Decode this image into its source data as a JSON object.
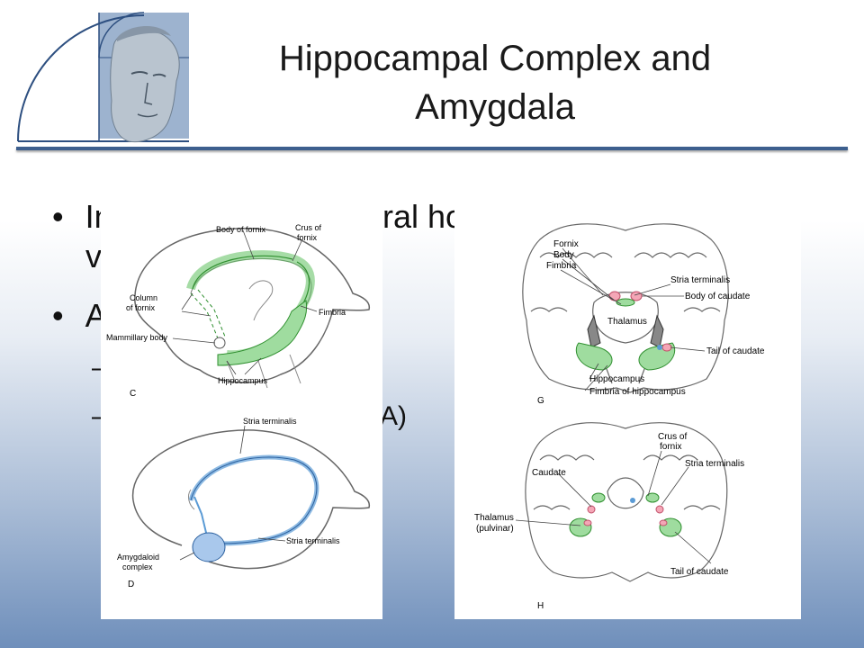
{
  "slide": {
    "title_line1": "Hippocampal Complex and",
    "title_line2": "Amygdala",
    "bullets": [
      {
        "marker": "•",
        "text_line1": "In",
        "text_line1_tail": "ral horn of lateral",
        "text_line2": "v"
      },
      {
        "marker": "•",
        "text": "A"
      }
    ],
    "sub_bullets": [
      {
        "marker": "–",
        "text": ""
      },
      {
        "marker": "–",
        "text": "A)"
      }
    ]
  },
  "figure_left": {
    "panel_c": {
      "letter": "C",
      "labels": [
        "Body of fornix",
        "Crus of",
        "fornix",
        "Column",
        "of fornix",
        "Mammillary body",
        "Fimbria",
        "Hippocampus"
      ]
    },
    "panel_d": {
      "letter": "D",
      "labels": [
        "Stria terminalis",
        "Stria terminalis",
        "Amygdaloid",
        "complex"
      ]
    }
  },
  "figure_right": {
    "panel_g": {
      "letter": "G",
      "labels": [
        "Fornix",
        "Body",
        "Fimbria",
        "Stria terminalis",
        "Body of caudate",
        "Thalamus",
        "Tail of caudate",
        "Hippocampus",
        "Fimbria of hippocampus"
      ]
    },
    "panel_h": {
      "letter": "H",
      "labels": [
        "Crus of",
        "fornix",
        "Stria terminalis",
        "Caudate",
        "Thalamus",
        "(pulvinar)",
        "Tail of caudate"
      ]
    }
  },
  "colors": {
    "accent_blue": "#3d5f8e",
    "green": "#9fdc9f",
    "blue": "#5b9bd5"
  }
}
